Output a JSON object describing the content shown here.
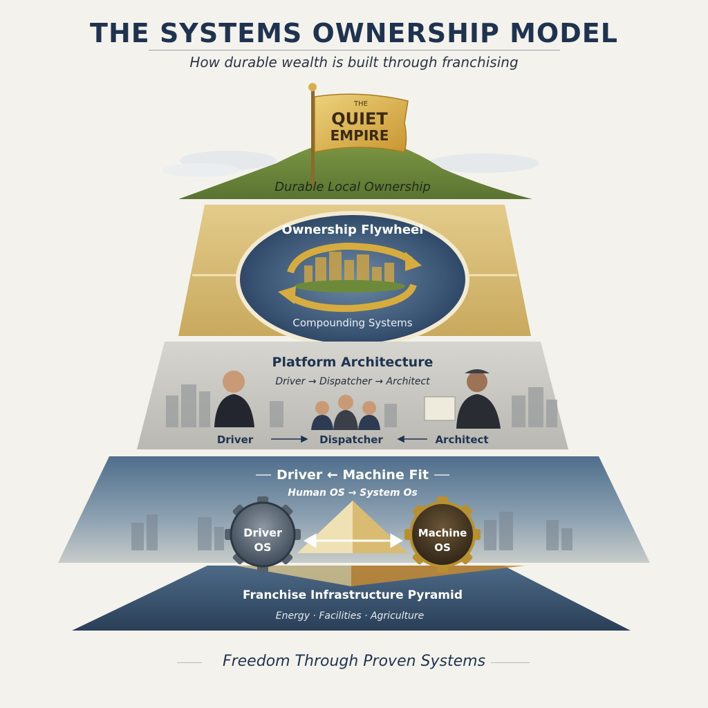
{
  "header": {
    "title": "THE SYSTEMS OWNERSHIP MODEL",
    "subtitle": "How durable wealth is built through franchising"
  },
  "summit": {
    "flag_small": "THE",
    "flag_line1": "QUIET",
    "flag_line2": "EMPIRE",
    "label": "Durable Local Ownership"
  },
  "flywheel": {
    "title": "Ownership Flywheel",
    "caption": "Compounding Systems"
  },
  "platform": {
    "title": "Platform Architecture",
    "flow": "Driver → Dispatcher → Architect",
    "label_driver": "Driver",
    "label_dispatcher": "Dispatcher",
    "label_architect": "Architect"
  },
  "fit": {
    "title": "Driver ← Machine Fit",
    "flow": "Human OS → System Os",
    "driver_gear_line1": "Driver",
    "driver_gear_line2": "OS",
    "machine_gear_line1": "Machine",
    "machine_gear_line2": "OS"
  },
  "base": {
    "title": "Franchise Infrastructure Pyramid",
    "sectors": "Energy · Facilities · Agriculture"
  },
  "footer": {
    "tagline": "Freedom Through Proven Systems"
  },
  "colors": {
    "navy": "#1f3350",
    "gold": "#d2ad52",
    "sand": "#d9bf7c",
    "stone": "#c9c8c3",
    "slate": "#5f7d98",
    "grass": "#6f8a3a"
  }
}
